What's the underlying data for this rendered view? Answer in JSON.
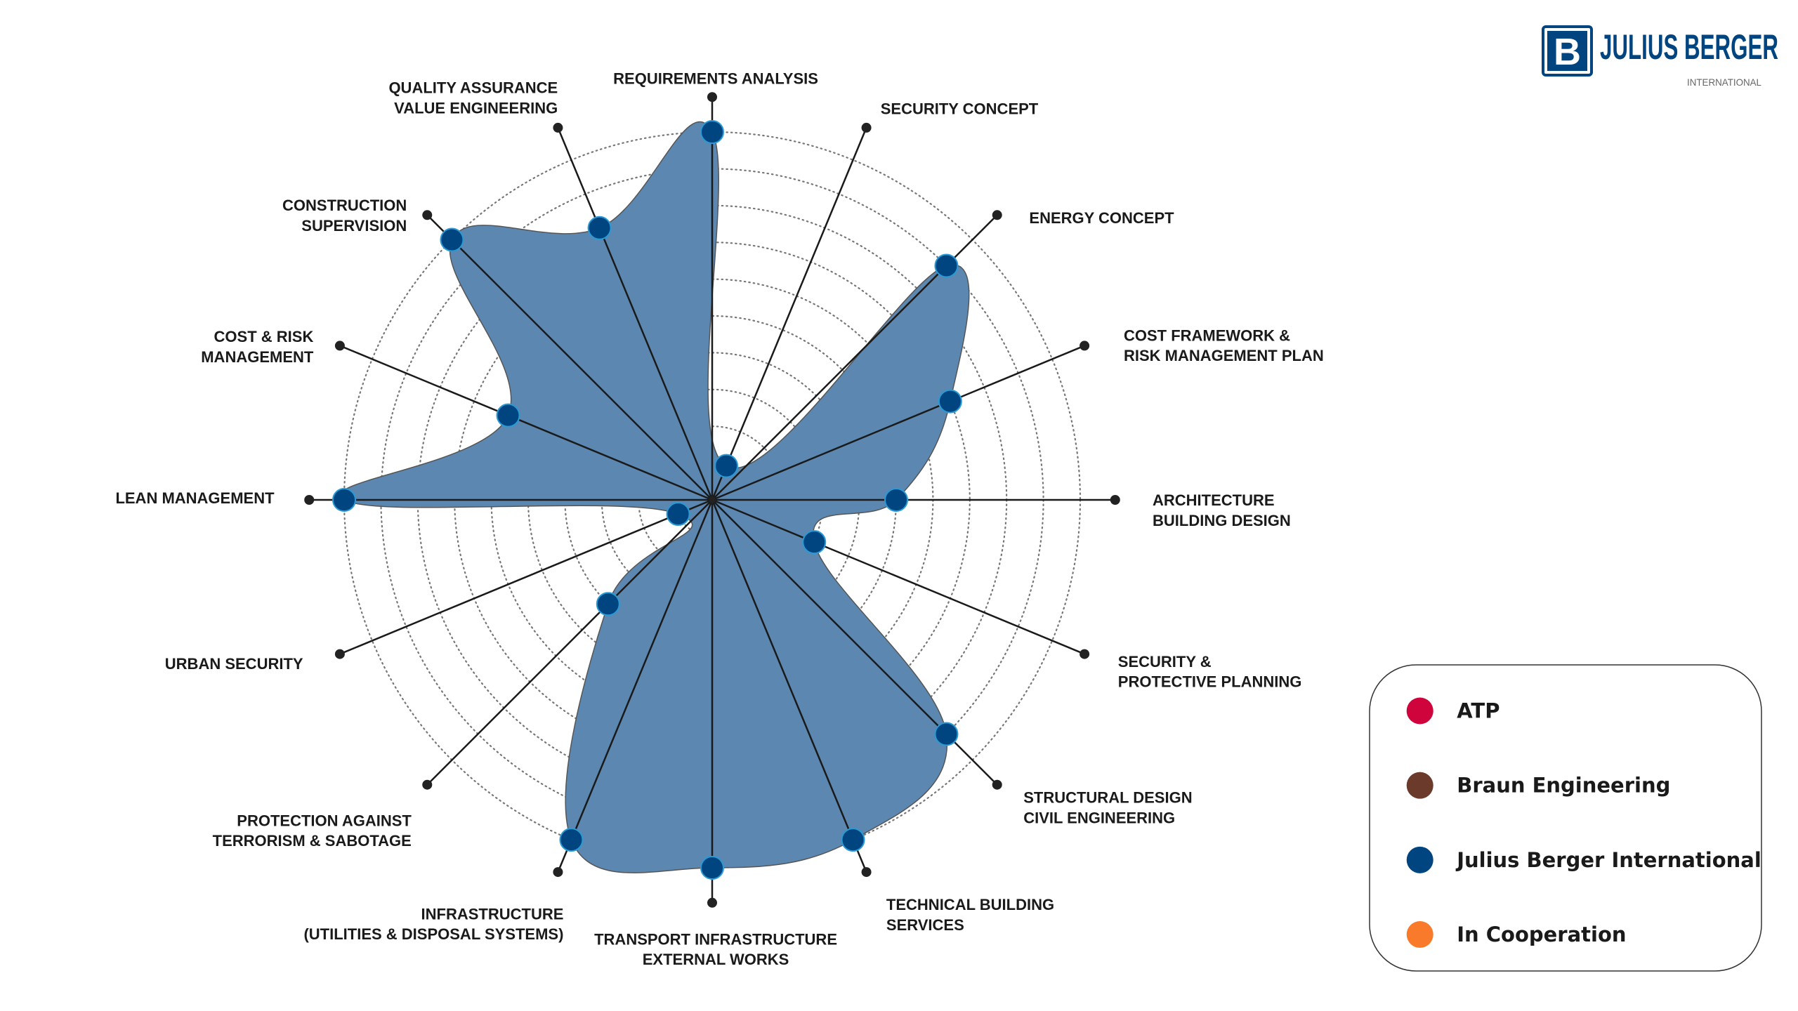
{
  "logo": {
    "letter": "B",
    "name": "JULIUS BERGER",
    "sub": "INTERNATIONAL",
    "color": "#00457f"
  },
  "chart_data": {
    "type": "radar",
    "title": "",
    "series": [
      {
        "name": "Julius Berger International",
        "color": "#00457f",
        "fill": "#5b87b0"
      }
    ],
    "range": [
      0,
      10
    ],
    "rings": 10,
    "grid": true,
    "axes": [
      {
        "label": [
          "REQUIREMENTS ANALYSIS"
        ],
        "value": 10
      },
      {
        "label": [
          "SECURITY CONCEPT"
        ],
        "value": 1
      },
      {
        "label": [
          "ENERGY CONCEPT"
        ],
        "value": 9
      },
      {
        "label": [
          "COST FRAMEWORK &",
          "RISK MANAGEMENT PLAN"
        ],
        "value": 7
      },
      {
        "label": [
          "ARCHITECTURE",
          "BUILDING DESIGN"
        ],
        "value": 5
      },
      {
        "label": [
          "SECURITY &",
          "PROTECTIVE PLANNING"
        ],
        "value": 3
      },
      {
        "label": [
          "STRUCTURAL DESIGN",
          "CIVIL ENGINEERING"
        ],
        "value": 9
      },
      {
        "label": [
          "TECHNICAL BUILDING",
          "SERVICES"
        ],
        "value": 10
      },
      {
        "label": [
          "TRANSPORT INFRASTRUCTURE",
          "EXTERNAL WORKS"
        ],
        "value": 10
      },
      {
        "label": [
          "INFRASTRUCTURE",
          "(UTILITIES & DISPOSAL SYSTEMS)"
        ],
        "value": 10
      },
      {
        "label": [
          "PROTECTION AGAINST",
          "TERRORISM & SABOTAGE"
        ],
        "value": 4
      },
      {
        "label": [
          "URBAN SECURITY"
        ],
        "value": 1
      },
      {
        "label": [
          "LEAN MANAGEMENT"
        ],
        "value": 10
      },
      {
        "label": [
          "COST & RISK",
          "MANAGEMENT"
        ],
        "value": 6
      },
      {
        "label": [
          "CONSTRUCTION",
          "SUPERVISION"
        ],
        "value": 10
      },
      {
        "label": [
          "QUALITY ASSURANCE",
          "VALUE ENGINEERING"
        ],
        "value": 8
      }
    ],
    "legend": {
      "position": "bottom-right",
      "items": [
        {
          "label": "ATP",
          "color": "#d0043c"
        },
        {
          "label": "Braun Engineering",
          "color": "#6b3a2a"
        },
        {
          "label": "Julius Berger International",
          "color": "#00457f"
        },
        {
          "label": "In Cooperation",
          "color": "#f97a2a"
        }
      ]
    }
  }
}
